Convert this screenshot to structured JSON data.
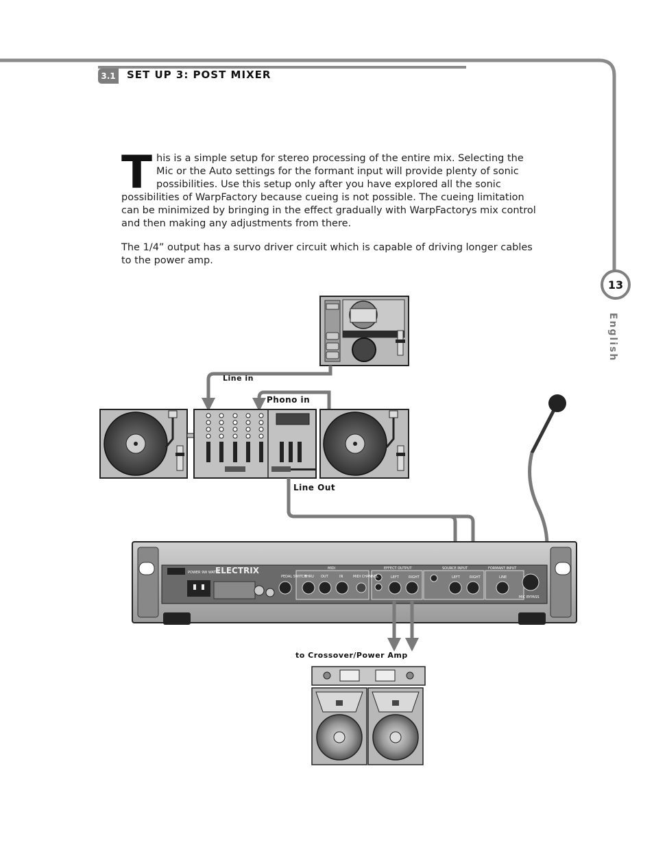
{
  "section": {
    "number": "3.1",
    "title": "SET UP 3: POST MIXER"
  },
  "body": {
    "dropcap": "T",
    "paragraph1": "his is a simple setup for stereo processing of the entire mix. Selecting the Mic or the Auto settings for the formant input will provide plenty of sonic possibilities. Use this setup only after you have explored all the sonic possibilities of WarpFactory because cueing is not possible. The cueing limitation can be minimized by bringing in the effect gradually with WarpFactorys mix control and then making any adjustments from there.",
    "paragraph2": "The 1/4” output has a survo driver circuit which is capable of driving longer cables to the power amp."
  },
  "sidebar": {
    "page_number": "13",
    "language": "English"
  },
  "diagram_labels": {
    "line_in": "Line in",
    "phono_in": "Phono in",
    "line_out": "Line Out",
    "to_crossover": "to Crossover/Power Amp",
    "brand": "ELECTRIX",
    "panel_midi": "MIDI",
    "panel_effect_output": "EFFECT OUTPUT",
    "panel_source_input": "SOURCE INPUT",
    "panel_formant_input": "FORMANT INPUT",
    "panel_left": "LEFT",
    "panel_right": "RIGHT",
    "panel_line": "LINE",
    "panel_mic_bypass": "MIC BYPASS",
    "panel_thru": "THRU",
    "panel_out": "OUT",
    "panel_in": "IN",
    "panel_midi_channel": "MIDI CHANNEL",
    "panel_pedal_switch": "PEDAL SWITCH",
    "panel_power": "POWER 9W WATTS"
  }
}
